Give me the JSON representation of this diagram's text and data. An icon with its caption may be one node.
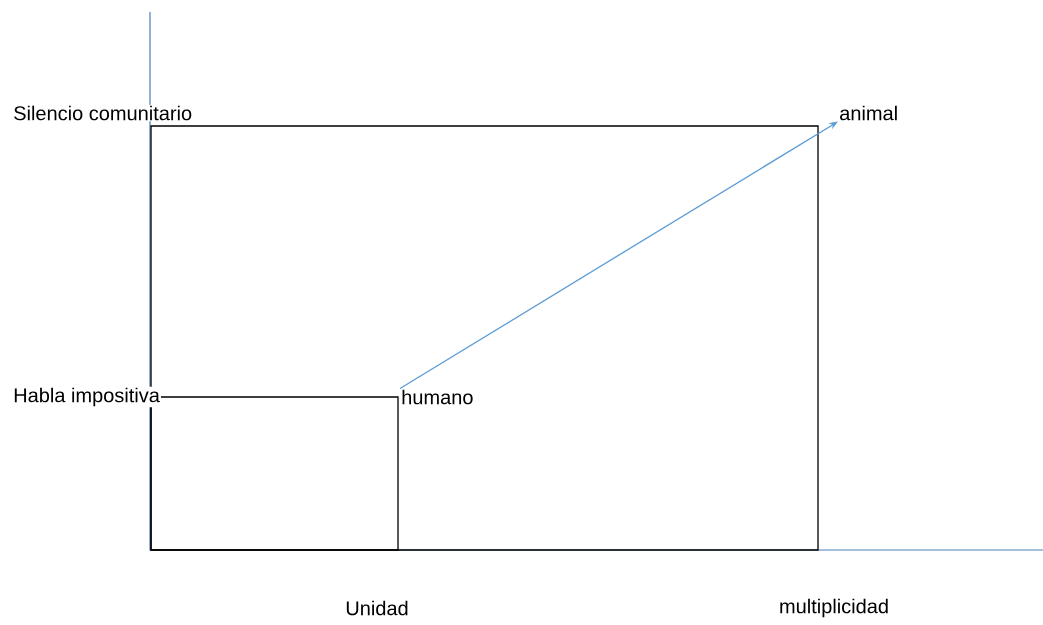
{
  "diagram": {
    "nodes": [
      {
        "text": [
          "humano"
        ]
      },
      {
        "text": [
          "animal"
        ]
      }
    ],
    "edges": [
      {
        "from": 0,
        "to": 1,
        "arrow": "to"
      }
    ],
    "labels": [
      "Silencio comunitario",
      "Habla impositiva",
      "Unidad",
      "multiplicidad"
    ]
  }
}
